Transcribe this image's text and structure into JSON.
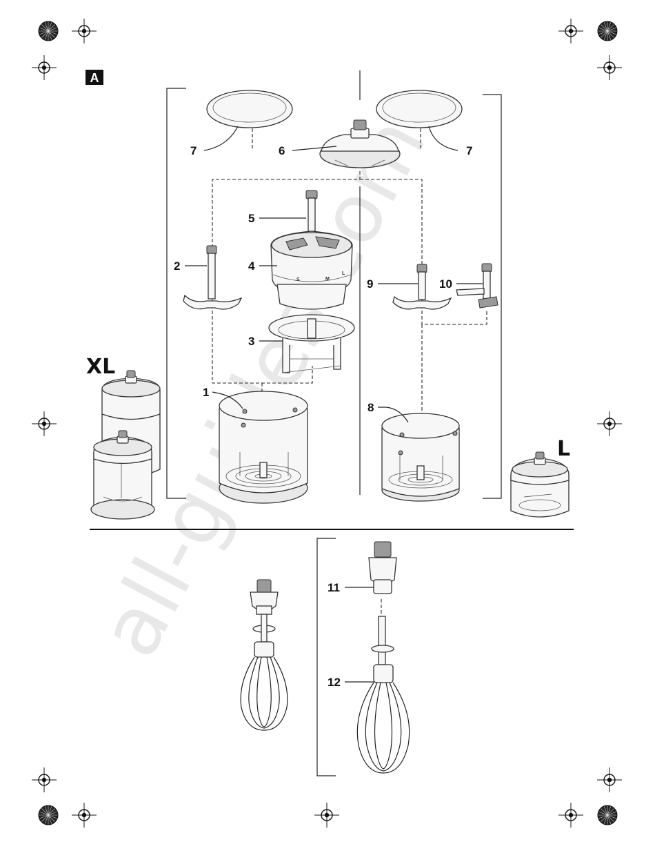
{
  "figure_tag": "A",
  "size_labels": {
    "xl": "XL",
    "l": "L"
  },
  "watermark": "all-guides.com",
  "dial_marks": {
    "s": "S",
    "m": "M",
    "l": "L"
  },
  "callouts": [
    {
      "id": "1",
      "label": "1"
    },
    {
      "id": "2",
      "label": "2"
    },
    {
      "id": "3",
      "label": "3"
    },
    {
      "id": "4",
      "label": "4"
    },
    {
      "id": "5",
      "label": "5"
    },
    {
      "id": "6",
      "label": "6"
    },
    {
      "id": "7a",
      "label": "7"
    },
    {
      "id": "7b",
      "label": "7"
    },
    {
      "id": "8",
      "label": "8"
    },
    {
      "id": "9",
      "label": "9"
    },
    {
      "id": "10",
      "label": "10"
    },
    {
      "id": "11",
      "label": "11"
    },
    {
      "id": "12",
      "label": "12"
    }
  ]
}
